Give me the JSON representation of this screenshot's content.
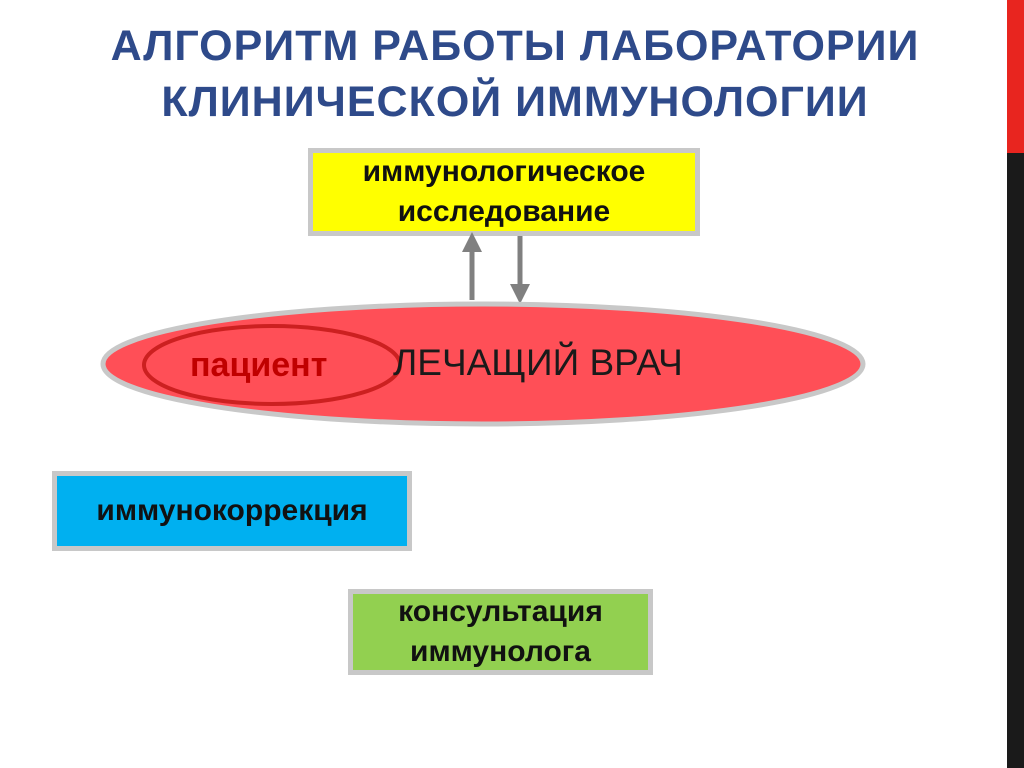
{
  "title": {
    "line1": "АЛГОРИТМ РАБОТЫ ЛАБОРАТОРИИ",
    "line2": "КЛИНИЧЕСКОЙ ИММУНОЛОГИИ"
  },
  "boxes": {
    "research": {
      "line1": "иммунологическое",
      "line2": "исследование"
    },
    "correction": {
      "label": "иммунокоррекция"
    },
    "consultation": {
      "line1": "консультация",
      "line2": "иммунолога"
    }
  },
  "ellipse": {
    "patient_label": "пациент",
    "doctor_label": "ЛЕЧАЩИЙ ВРАЧ"
  },
  "colors": {
    "title": "#2e4a8a",
    "ellipse_fill": "#ff4f57",
    "inner_ellipse": "#c00000",
    "research_box": "#ffff00",
    "correction_box": "#00b0f0",
    "consultation_box": "#92d050",
    "box_border": "#c8c8c8",
    "arrow": "#808080",
    "accent_bar_top": "#e8251f",
    "accent_bar_bottom": "#1a1a1a"
  }
}
